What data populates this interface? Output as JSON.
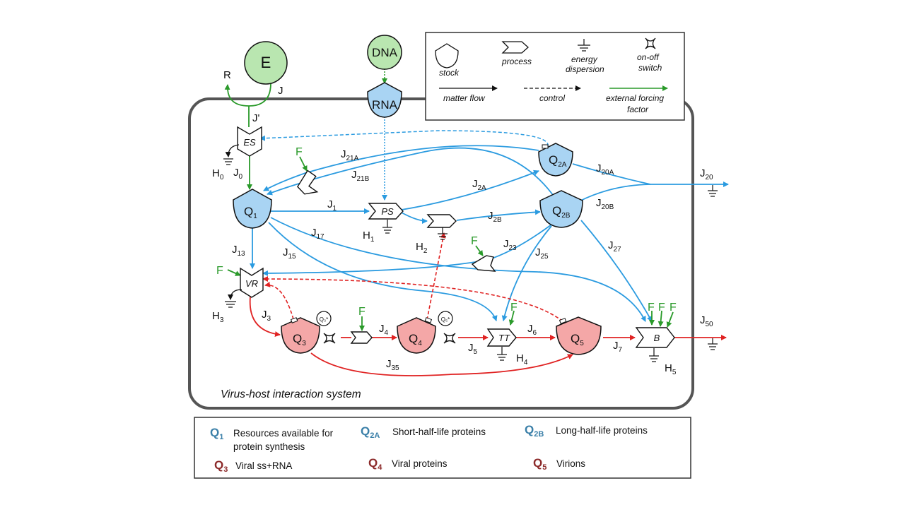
{
  "colors": {
    "blue_flow": "#2b9be0",
    "red_flow": "#e02323",
    "green_flow": "#2a9a2a",
    "blue_stock": "#a9d4f3",
    "red_stock": "#f4a7a7",
    "green_stock": "#b9e6b0",
    "system_border": "#555555"
  },
  "nodes": {
    "E": "E",
    "DNA": "DNA",
    "RNA": "RNA",
    "Q1": {
      "base": "Q",
      "sub": "1"
    },
    "Q2A": {
      "base": "Q",
      "sub": "2A"
    },
    "Q2B": {
      "base": "Q",
      "sub": "2B"
    },
    "Q3": {
      "base": "Q",
      "sub": "3"
    },
    "Q4": {
      "base": "Q",
      "sub": "4"
    },
    "Q5": {
      "base": "Q",
      "sub": "5"
    },
    "ES": "ES",
    "PS": "PS",
    "VR": "VR",
    "TT": "TT",
    "B": "B",
    "Q3_star": "Q₃*",
    "Q5_star": "Q₅*"
  },
  "flows": {
    "R": "R",
    "J": "J",
    "J_prime": "J'",
    "J0": {
      "base": "J",
      "sub": "0"
    },
    "J1": {
      "base": "J",
      "sub": "1"
    },
    "J2A": {
      "base": "J",
      "sub": "2A"
    },
    "J2B": {
      "base": "J",
      "sub": "2B"
    },
    "J3": {
      "base": "J",
      "sub": "3"
    },
    "J4": {
      "base": "J",
      "sub": "4"
    },
    "J5": {
      "base": "J",
      "sub": "5"
    },
    "J6": {
      "base": "J",
      "sub": "6"
    },
    "J7": {
      "base": "J",
      "sub": "7"
    },
    "J13": {
      "base": "J",
      "sub": "13"
    },
    "J15": {
      "base": "J",
      "sub": "15"
    },
    "J17": {
      "base": "J",
      "sub": "17"
    },
    "J20": {
      "base": "J",
      "sub": "20"
    },
    "J20A": {
      "base": "J",
      "sub": "20A"
    },
    "J20B": {
      "base": "J",
      "sub": "20B"
    },
    "J21A": {
      "base": "J",
      "sub": "21A"
    },
    "J21B": {
      "base": "J",
      "sub": "21B"
    },
    "J23": {
      "base": "J",
      "sub": "23"
    },
    "J25": {
      "base": "J",
      "sub": "25"
    },
    "J27": {
      "base": "J",
      "sub": "27"
    },
    "J35": {
      "base": "J",
      "sub": "35"
    },
    "J50": {
      "base": "J",
      "sub": "50"
    }
  },
  "heat": {
    "H0": {
      "base": "H",
      "sub": "0"
    },
    "H1": {
      "base": "H",
      "sub": "1"
    },
    "H2": {
      "base": "H",
      "sub": "2"
    },
    "H3": {
      "base": "H",
      "sub": "3"
    },
    "H4": {
      "base": "H",
      "sub": "4"
    },
    "H5": {
      "base": "H",
      "sub": "5"
    }
  },
  "forcing_label": "F",
  "system_label": "Virus-host interaction system",
  "legend": {
    "stock": "stock",
    "process": "process",
    "energy_line1": "energy",
    "energy_line2": "dispersion",
    "switch_line1": "on-off",
    "switch_line2": "switch",
    "matter_flow": "matter flow",
    "control": "control",
    "external_line1": "external forcing",
    "external_line2": "factor"
  },
  "key": [
    {
      "q": "Q",
      "sub": "1",
      "text_line1": "Resources available for",
      "text_line2": "protein synthesis",
      "color": "blue"
    },
    {
      "q": "Q",
      "sub": "2A",
      "text_line1": "Short-half-life proteins",
      "text_line2": "",
      "color": "blue"
    },
    {
      "q": "Q",
      "sub": "2B",
      "text_line1": "Long-half-life proteins",
      "text_line2": "",
      "color": "blue"
    },
    {
      "q": "Q",
      "sub": "3",
      "text_line1": "Viral ss+RNA",
      "text_line2": "",
      "color": "red"
    },
    {
      "q": "Q",
      "sub": "4",
      "text_line1": "Viral proteins",
      "text_line2": "",
      "color": "red"
    },
    {
      "q": "Q",
      "sub": "5",
      "text_line1": "Virions",
      "text_line2": "",
      "color": "red"
    }
  ]
}
